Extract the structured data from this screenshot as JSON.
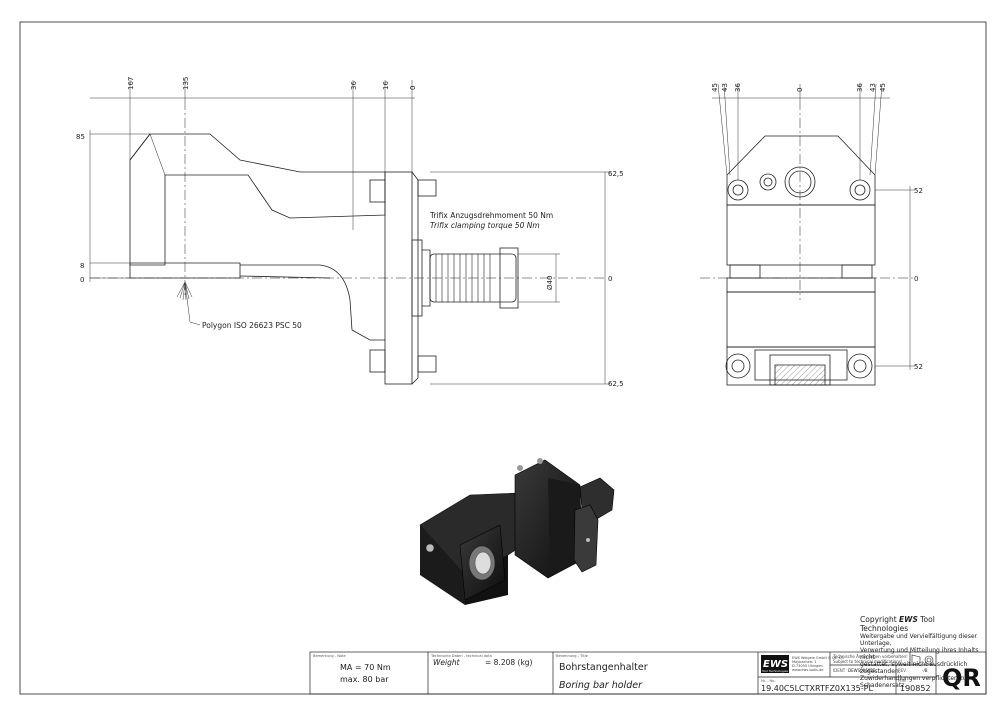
{
  "dimensions_top": [
    "167",
    "135",
    "36",
    "16",
    "0"
  ],
  "dimensions_left": [
    "85",
    "8",
    "0"
  ],
  "dimensions_right": [
    "62,5",
    "0",
    "62,5"
  ],
  "dimensions_side_top": [
    "45",
    "43",
    "36",
    "0",
    "36",
    "43",
    "45"
  ],
  "dimensions_side_right": [
    "52",
    "0",
    "52"
  ],
  "diameter_label": "Ø40",
  "torque_note_de": "Trifix Anzugsdrehmoment  50 Nm",
  "torque_note_en": "Trifix clamping torque  50 Nm",
  "polygon_note": "Polygon ISO 26623 PSC 50",
  "copyright": {
    "title_prefix": "Copyright",
    "brand": "EWS",
    "title_suffix": "Tool Technologies",
    "lines": [
      "Weitergabe und Vervielfältigung dieser Unterlage,",
      "Verwertung und Mitteilung ihres Inhalts nicht",
      "gestattet, soweit nicht ausdrücklich zugestanden.",
      "Zuwiderhandlungen verpflichten zu Schadenersatz."
    ]
  },
  "title_block": {
    "remark_label": "Bemerkung - Note",
    "remark_line1": "MA = 70 Nm",
    "remark_line2": "max. 80 bar",
    "tech_label": "Technische Daten - technical data",
    "weight_label": "Weight",
    "weight_value": "=  8.208 (kg)",
    "name_label": "Benennung - Title",
    "name_de": "Bohrstangenhalter",
    "name_en": "Boring bar holder",
    "logo_text": "EWS",
    "logo_sub": "Tool Technologies",
    "company_lines": [
      "EWS Weigele GmbH & Co. KG",
      "Maybachstr. 1",
      "D-73095 Uhingen",
      "www.ews-tools.de"
    ],
    "change_de": "Technische Änderungen vorbehalten!",
    "change_en": "Subject to technical modifications!",
    "ident_label": "IDENT",
    "ident_value": "DEWS006055",
    "rev_label": "REV.",
    "rev_value": "-/B",
    "no_label": "Nr. - No.",
    "part_number": "19.40C5LCTXRTFZ0X135-PL",
    "file_label": "PDM",
    "file_number": "190852",
    "qr_text": "QR"
  }
}
